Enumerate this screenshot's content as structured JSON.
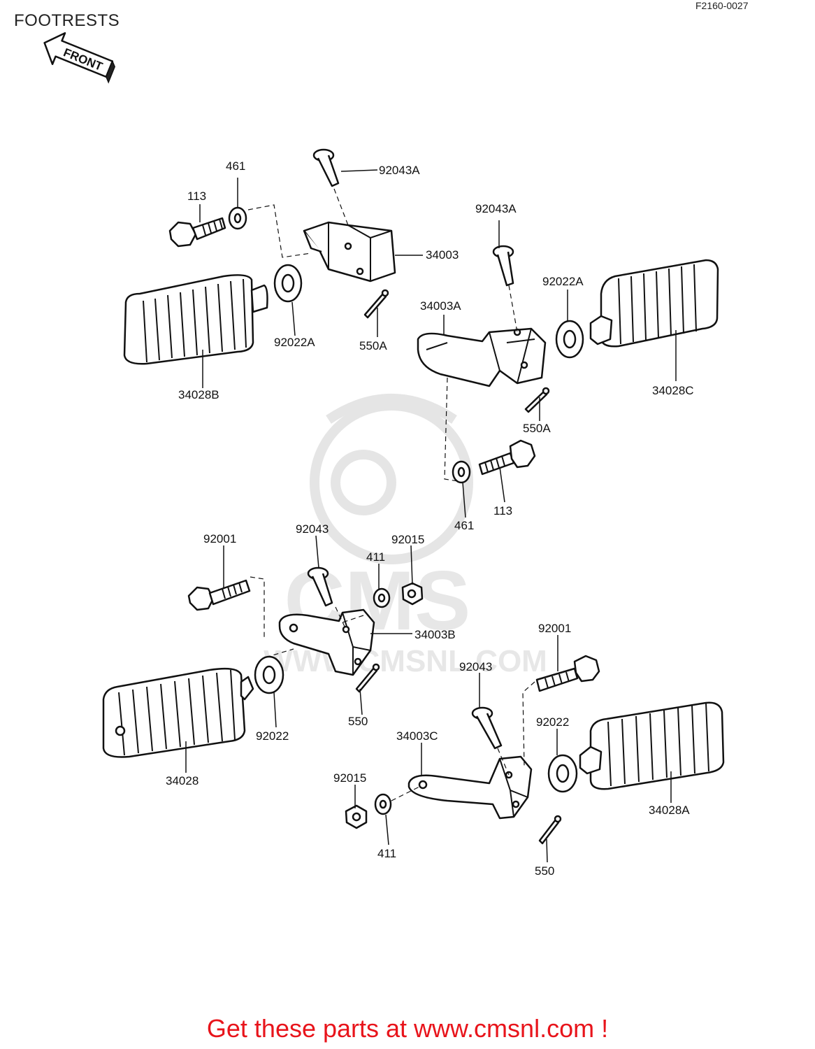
{
  "header": {
    "title": "FOOTRESTS",
    "ref_code": "F2160-0027",
    "front_arrow_label": "FRONT"
  },
  "watermark": {
    "logo_text": "CMS",
    "site_text": "WWW.CMSNL.COM"
  },
  "labels": {
    "p92043A_1": "92043A",
    "p461_1": "461",
    "p113_1": "113",
    "p34003": "34003",
    "p92022A_1": "92022A",
    "p550A_1": "550A",
    "p34028B": "34028B",
    "p92043A_2": "92043A",
    "p92022A_2": "92022A",
    "p34003A": "34003A",
    "p34028C": "34028C",
    "p550A_2": "550A",
    "p113_2": "113",
    "p461_2": "461",
    "p92001_1": "92001",
    "p92043_1": "92043",
    "p411_1": "411",
    "p92015_1": "92015",
    "p34003B": "34003B",
    "p92022_1": "92022",
    "p550_1": "550",
    "p34028": "34028",
    "p92001_2": "92001",
    "p92043_2": "92043",
    "p92022_2": "92022",
    "p34003C": "34003C",
    "p92015_2": "92015",
    "p411_2": "411",
    "p550_2": "550",
    "p34028A": "34028A"
  },
  "footer": {
    "link_text": "Get these parts at www.cmsnl.com !"
  },
  "colors": {
    "footer_text": "#e8141b",
    "line_art": "#111111",
    "watermark": "#e5e5e5"
  }
}
